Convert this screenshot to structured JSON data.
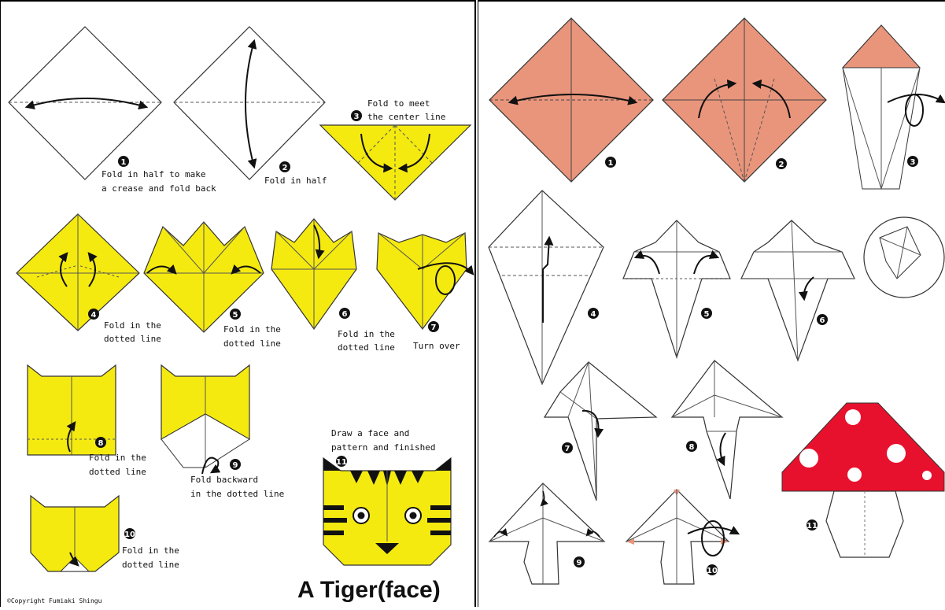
{
  "tiger": {
    "fill_color": "#f5ea10",
    "steps": [
      {
        "n": "1",
        "lines": [
          "Fold in half to make",
          "a crease and fold back"
        ]
      },
      {
        "n": "2",
        "lines": [
          "Fold in half"
        ]
      },
      {
        "n": "3",
        "lines": [
          "Fold to meet",
          "the center line"
        ]
      },
      {
        "n": "4",
        "lines": [
          "Fold in the",
          "dotted line"
        ]
      },
      {
        "n": "5",
        "lines": [
          "Fold in the",
          "dotted line"
        ]
      },
      {
        "n": "6",
        "lines": [
          "Fold in the",
          "dotted line"
        ]
      },
      {
        "n": "7",
        "lines": [
          "Turn over"
        ]
      },
      {
        "n": "8",
        "lines": [
          "Fold in the",
          "dotted line"
        ]
      },
      {
        "n": "9",
        "lines": [
          "Fold backward",
          "in the dotted line"
        ]
      },
      {
        "n": "10",
        "lines": [
          "Fold in the",
          "dotted line"
        ]
      },
      {
        "n": "11",
        "lines": [
          "Draw a face and",
          "pattern and finished"
        ]
      }
    ],
    "title": "A Tiger(face)",
    "copyright": "©Copyright Fumiaki Shingu"
  },
  "mushroom": {
    "paper_color": "#e9957c",
    "cap_color": "#e8112d",
    "step_numbers": [
      "1",
      "2",
      "3",
      "4",
      "5",
      "6",
      "7",
      "8",
      "9",
      "10",
      "11"
    ]
  }
}
